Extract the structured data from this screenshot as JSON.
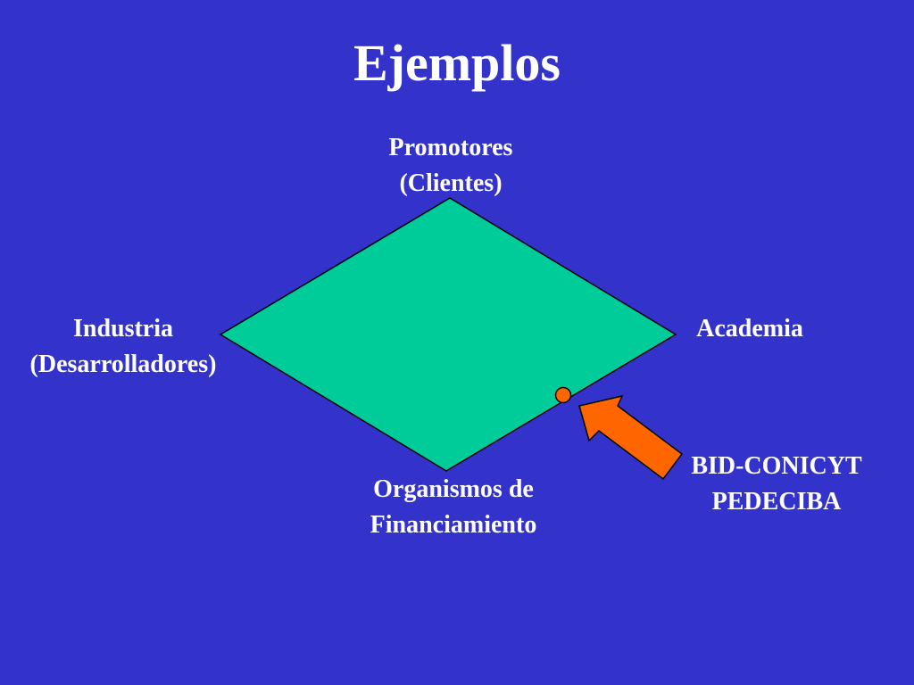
{
  "slide": {
    "background_color": "#3333cc",
    "title": "Ejemplos"
  },
  "diagram": {
    "shape_fill": "#00cc99",
    "shape_stroke": "#000000",
    "marker_fill": "#ff6600",
    "arrow_fill": "#ff6600",
    "nodes": {
      "top": {
        "line1": "Promotores",
        "line2": "(Clientes)"
      },
      "left": {
        "line1": "Industria",
        "line2": "(Desarrolladores)"
      },
      "right": {
        "line1": "Academia"
      },
      "bottom": {
        "line1": "Organismos de",
        "line2": "Financiamiento"
      }
    },
    "callout": {
      "line1": "BID-CONICYT",
      "line2": "PEDECIBA"
    }
  }
}
